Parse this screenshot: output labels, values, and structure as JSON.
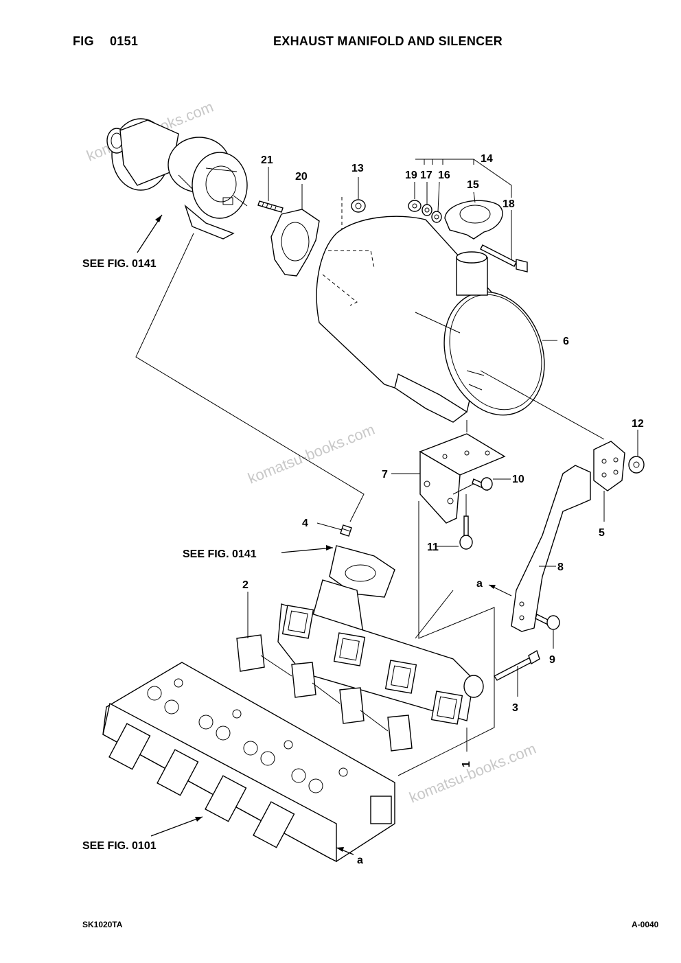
{
  "header": {
    "fig_label": "FIG",
    "fig_number": "0151",
    "title": "EXHAUST MANIFOLD AND SILENCER"
  },
  "footer": {
    "left_code": "SK1020TA",
    "right_code": "A-0040"
  },
  "watermarks": [
    "komatsu-books.com",
    "komatsu-books.com",
    "komatsu-books.com"
  ],
  "references": {
    "turbo": "SEE FIG. 0141",
    "gasket": "SEE FIG. 0141",
    "head": "SEE FIG. 0101"
  },
  "callouts": {
    "p1": "1",
    "p2": "2",
    "p3": "3",
    "p4": "4",
    "p5": "5",
    "p6": "6",
    "p7": "7",
    "p8": "8",
    "p9": "9",
    "p10": "10",
    "p11": "11",
    "p12": "12",
    "p13": "13",
    "p14": "14",
    "p15": "15",
    "p16": "16",
    "p17": "17",
    "p18": "18",
    "p19": "19",
    "p20": "20",
    "p21": "21"
  },
  "markers": {
    "a_bracket": "a",
    "a_head": "a"
  }
}
